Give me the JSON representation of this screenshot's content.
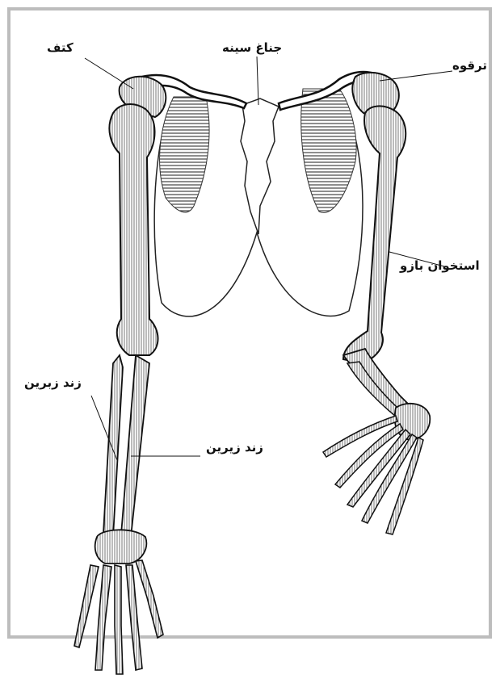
{
  "labels": {
    "scapula": "کتف",
    "sternum": "جناغ سینه",
    "clavicle": "ترقوه",
    "humerus": "استخوان بازو",
    "radius": "زند زبرین",
    "ulna": "زند زیرین"
  },
  "colors": {
    "frame": "#bdbdbd",
    "ink": "#111111",
    "shading": "#555555"
  }
}
